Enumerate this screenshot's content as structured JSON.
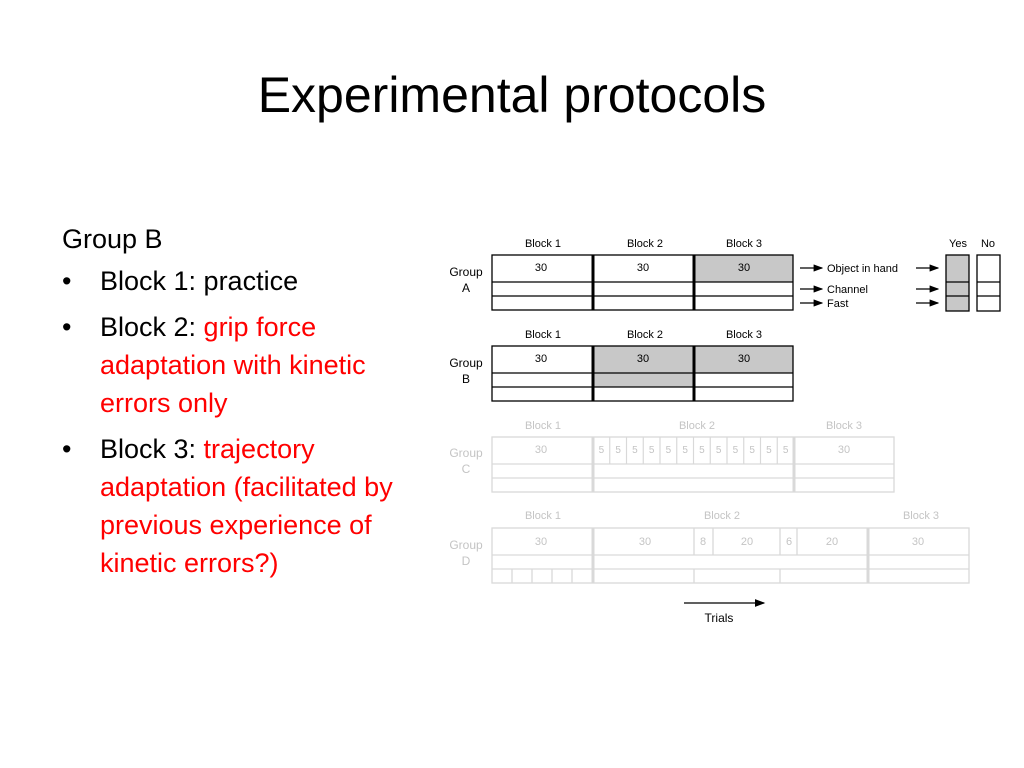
{
  "slide": {
    "title": "Experimental protocols"
  },
  "left": {
    "heading": "Group B",
    "bullets": [
      {
        "prefix": "Block 1: ",
        "rest": "practice"
      },
      {
        "prefix": "Block 2: ",
        "rest": "grip force adaptation with kinetic errors only"
      },
      {
        "prefix": "Block 3: ",
        "rest": "trajectory adaptation (facilitated by previous experience of kinetic errors?)"
      }
    ]
  },
  "diagram": {
    "groupA": {
      "label1": "Group",
      "label2": "A",
      "blocks": [
        "Block 1",
        "Block 2",
        "Block 3"
      ],
      "values": [
        "30",
        "30",
        "30"
      ],
      "rows": [
        "Object in hand",
        "Channel",
        "Fast"
      ],
      "yes": "Yes",
      "no": "No"
    },
    "groupB": {
      "label1": "Group",
      "label2": "B",
      "blocks": [
        "Block 1",
        "Block 2",
        "Block 3"
      ],
      "values": [
        "30",
        "30",
        "30"
      ]
    },
    "groupC": {
      "label1": "Group",
      "label2": "C",
      "blocks": [
        "Block 1",
        "Block 2",
        "Block 3"
      ],
      "first": "30",
      "fives": [
        "5",
        "5",
        "5",
        "5",
        "5",
        "5",
        "5",
        "5",
        "5",
        "5",
        "5",
        "5"
      ],
      "last": "30"
    },
    "groupD": {
      "label1": "Group",
      "label2": "D",
      "blocks": [
        "Block 1",
        "Block 2",
        "Block 3"
      ],
      "values": [
        "30",
        "30",
        "8",
        "20",
        "6",
        "20",
        "30"
      ]
    },
    "trials": "Trials",
    "colors": {
      "shade": "#c8c8c8",
      "faded": "#d9d9d9",
      "faded_text": "#c4c4c4",
      "red": "#ff0000"
    }
  }
}
